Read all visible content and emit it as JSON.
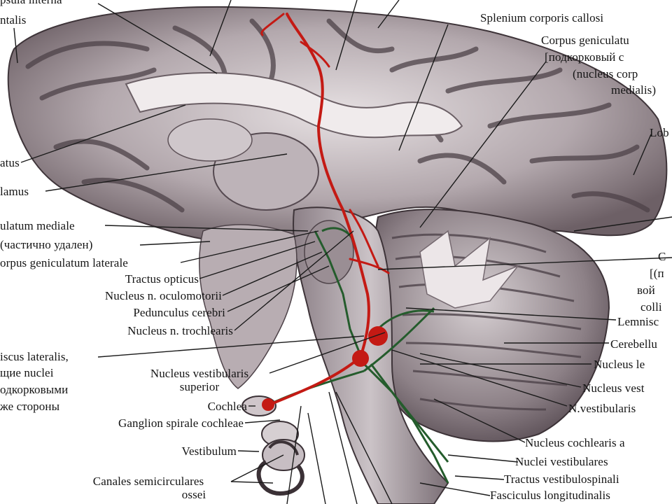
{
  "labels": {
    "left": {
      "capsula_interna": "psula interna",
      "frontalis": "ntalis",
      "nucleus_caudatus": "atus",
      "thalamus": "lamus",
      "corpus_geniculatum_mediale": "ulatum mediale",
      "partially_removed": "(частично удален)",
      "corpus_geniculatum_laterale": "orpus geniculatum laterale",
      "tractus_opticus": "Tractus opticus",
      "nucleus_oculomotorii": "Nucleus n. oculomotorii",
      "pedunculus_cerebri": "Pedunculus cerebri",
      "nucleus_trochlearis": "Nucleus n. trochlearis",
      "lemniscus_lateralis": "iscus lateralis,",
      "subcortical_line1": "щие nuclei",
      "subcortical_line2": "одкорковыми",
      "subcortical_line3": "же стороны",
      "nucleus_vestibularis_superior_1": "Nucleus vestibularis",
      "nucleus_vestibularis_superior_2": "superior",
      "cochlea": "Cochlea",
      "ganglion_spirale": "Ganglion spirale cochleae",
      "vestibulum": "Vestibulum",
      "canales_1": "Canales semicirculares",
      "canales_2": "ossei"
    },
    "right": {
      "splenium": "Splenium corporis callosi",
      "corpus_geniculatum_1": "Corpus geniculatu",
      "corpus_geniculatum_2": "[подкорковый с",
      "corpus_geniculatum_3": "(nucleus corp",
      "corpus_geniculatum_4": "medialis)",
      "lobus": "Lob",
      "colliculi_1": "C",
      "colliculi_2": "[(п",
      "colliculi_3": "вой",
      "colliculi_4": "colli",
      "lemniscus": "Lemnisc",
      "cerebellum": "Cerebellu",
      "nucleus_lemnisci": "Nucleus le",
      "nucleus_vestibularis": "Nucleus vest",
      "n_vestibularis": "N.vestibularis",
      "nucleus_cochlearis": "Nucleus cochlearis a",
      "nuclei_vestibulares": "Nuclei vestibulares",
      "tractus_vestibulospinalis": "Tractus vestibulospinali",
      "fasciculus_longitudinalis": "Fasciculus longitudinalis"
    }
  },
  "colors": {
    "pathway_red": "#c41a14",
    "pathway_green": "#245c2c",
    "tissue_light": "#d9d2d4",
    "tissue_mid": "#a69a9f",
    "tissue_dark": "#54484f",
    "leader_line": "#1a1a1a"
  }
}
